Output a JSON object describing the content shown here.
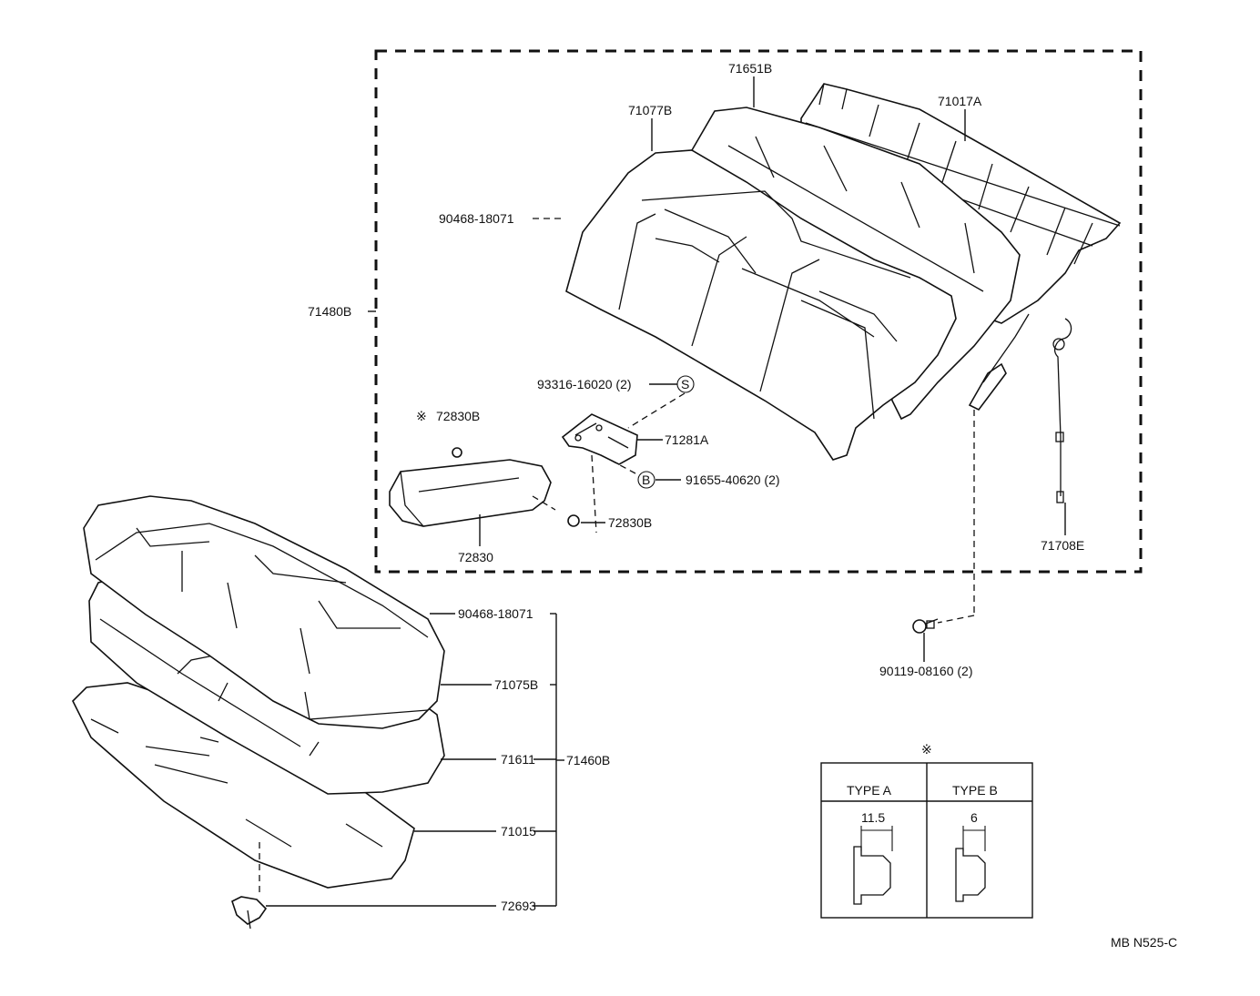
{
  "labels": {
    "p71651b": "71651B",
    "p71077b": "71077B",
    "p71017a": "71017A",
    "p90468_top": "90468-18071",
    "p71480b": "71480B",
    "p93316": "93316-16020 (2)",
    "p72830b_star": "72830B",
    "p71281a": "71281A",
    "p91655": "91655-40620 (2)",
    "p72830b_2": "72830B",
    "p72830": "72830",
    "p71708e": "71708E",
    "p90468_low": "90468-18071",
    "p71075b": "71075B",
    "p71611": "71611",
    "p71460b": "71460B",
    "p71015": "71015",
    "p72693": "72693",
    "p90119": "90119-08160 (2)"
  },
  "symbols": {
    "star_mark": "※",
    "circle_s": "S",
    "circle_b": "B"
  },
  "inset": {
    "type_a": "TYPE A",
    "type_b": "TYPE B",
    "dim_a": "11.5",
    "dim_b": "6"
  },
  "footer_code": "MB N525-C"
}
